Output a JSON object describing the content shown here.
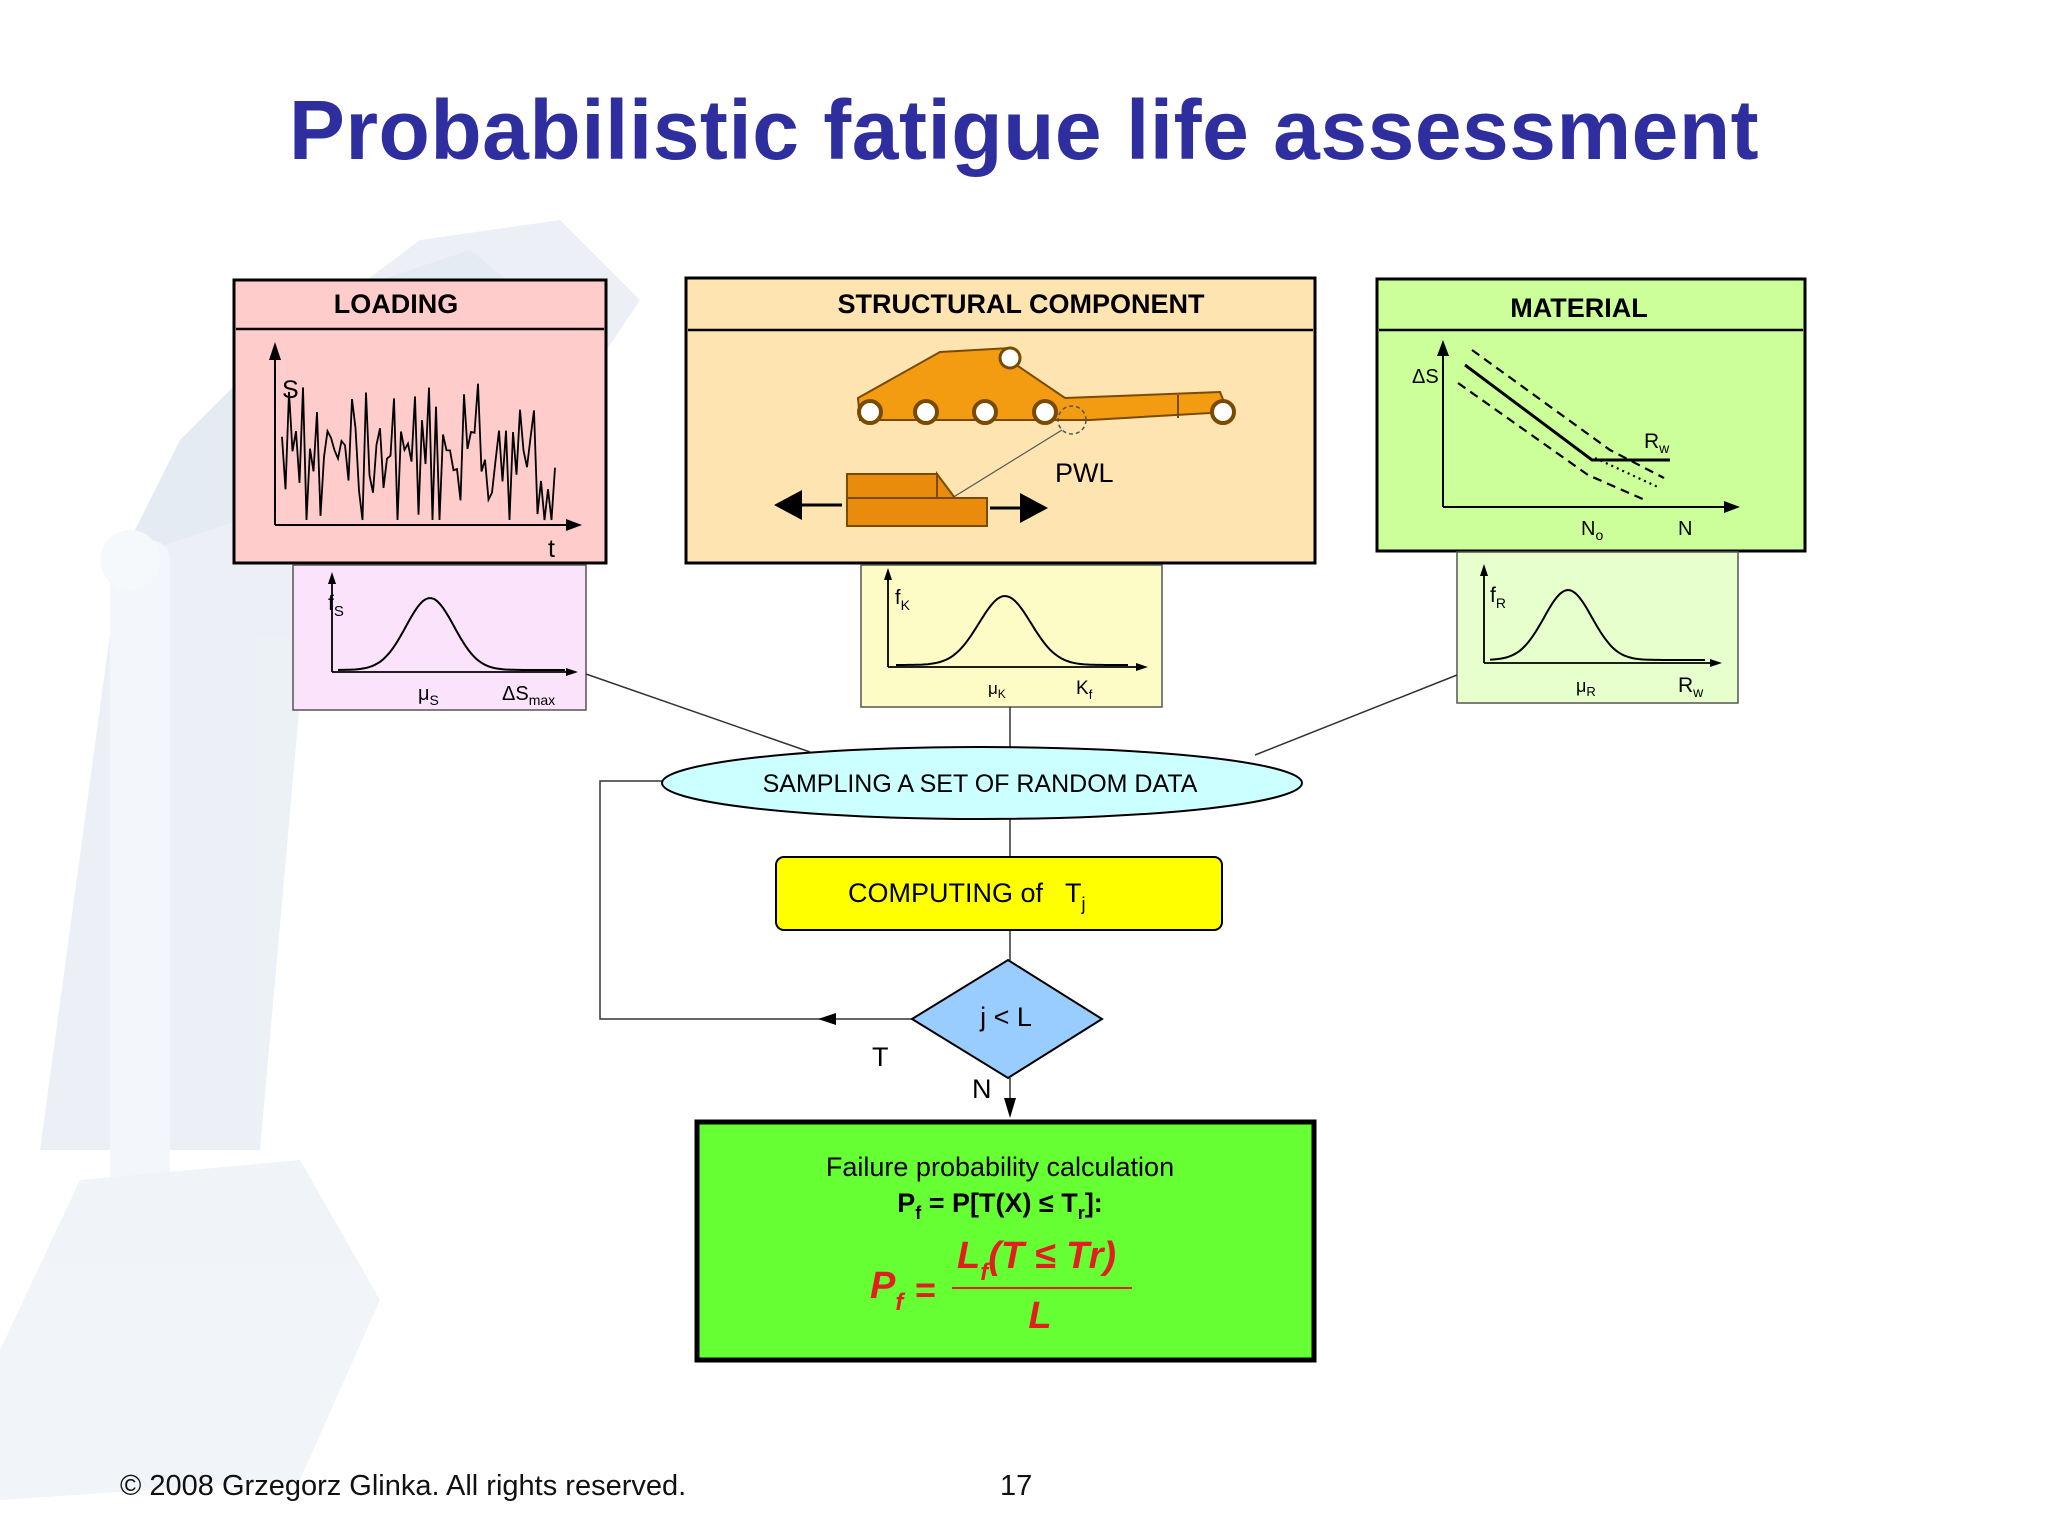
{
  "slide": {
    "title": "Probabilistic fatigue life assessment",
    "footer": "© 2008 Grzegorz Glinka.  All rights reserved.",
    "page_number": "17"
  },
  "loading": {
    "header": "LOADING",
    "y_label": "S",
    "x_label": "t",
    "dist": {
      "y_label": "f",
      "y_sub": "S",
      "mu": "μ",
      "mu_sub": "S",
      "x_label": "ΔS",
      "x_sub": "max"
    }
  },
  "structural": {
    "header": "STRUCTURAL COMPONENT",
    "pwl_label": "PWL",
    "dist": {
      "y_label": "f",
      "y_sub": "K",
      "mu": "μ",
      "mu_sub": "K",
      "x_label": "K",
      "x_sub": "f"
    }
  },
  "material": {
    "header": "MATERIAL",
    "y_label": "ΔS",
    "rw_label": "R",
    "rw_sub": "w",
    "n0_label": "N",
    "n0_sub": "o",
    "n_label": "N",
    "dist": {
      "y_label": "f",
      "y_sub": "R",
      "mu": "μ",
      "mu_sub": "R",
      "x_label": "R",
      "x_sub": "w"
    }
  },
  "flow": {
    "sampling": "SAMPLING A SET OF RANDOM DATA",
    "computing": "COMPUTING of   T",
    "computing_sub": "j",
    "decision": "j < L",
    "yes_label": "T",
    "no_label": "N",
    "result_title": "Failure probability calculation",
    "result_formula_pf": "P",
    "result_formula_pf_sub": "f",
    "result_formula_rest": " = P[T(X) ≤ T",
    "result_formula_r_sub": "r",
    "result_formula_end": "]:",
    "eq_lhs": "P",
    "eq_lhs_sub": "f",
    "eq_eq": "=",
    "eq_num": "L",
    "eq_num_sub": "f",
    "eq_num_rest": "(T ≤ Tr)",
    "eq_den": "L"
  },
  "colors": {
    "title": "#2e2e9e",
    "loading_bg": "#ffcccc",
    "loading_dist_bg": "#fbe4fb",
    "structural_bg": "#fde4b0",
    "structural_dist_bg": "#fdfbc6",
    "material_bg": "#ccff99",
    "material_dist_bg": "#e6ffcc",
    "sampling_bg": "#ccffff",
    "computing_bg": "#ffff00",
    "decision_bg": "#99ccff",
    "result_bg": "#66ff33",
    "equation": "#e02020",
    "crane": "#f39c12"
  }
}
